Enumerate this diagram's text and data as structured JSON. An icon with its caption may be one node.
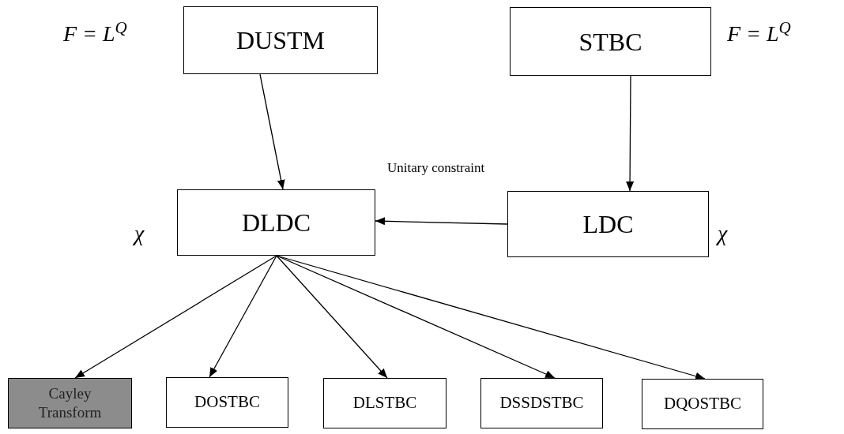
{
  "diagram": {
    "nodes": [
      {
        "text": [
          "DUSTM"
        ],
        "beside": [
          "F = L$^{Q}$"
        ]
      },
      {
        "text": [
          "STBC"
        ],
        "beside": [
          "F = L$^{Q}$"
        ]
      },
      {
        "text": [
          "DLDC"
        ],
        "beside": [
          "χ"
        ]
      },
      {
        "text": [
          "LDC"
        ],
        "beside": [
          "χ"
        ]
      },
      {
        "text": [
          "Cayley Transform"
        ]
      },
      {
        "text": [
          "DOSTBC"
        ]
      },
      {
        "text": [
          "DLSTBC"
        ]
      },
      {
        "text": [
          "DSSDSTBC"
        ]
      },
      {
        "text": [
          "DQOSTBC"
        ]
      }
    ],
    "edges": [
      {
        "from": 0,
        "to": 2,
        "arrow": "to"
      },
      {
        "from": 1,
        "to": 3,
        "arrow": "to"
      },
      {
        "from": 3,
        "to": 2,
        "arrow": "to",
        "label": "Unitary constraint"
      },
      {
        "from": 2,
        "to": 4,
        "arrow": "to"
      },
      {
        "from": 2,
        "to": 5,
        "arrow": "to"
      },
      {
        "from": 2,
        "to": 6,
        "arrow": "to"
      },
      {
        "from": 2,
        "to": 7,
        "arrow": "to"
      },
      {
        "from": 2,
        "to": 8,
        "arrow": "to"
      }
    ]
  }
}
